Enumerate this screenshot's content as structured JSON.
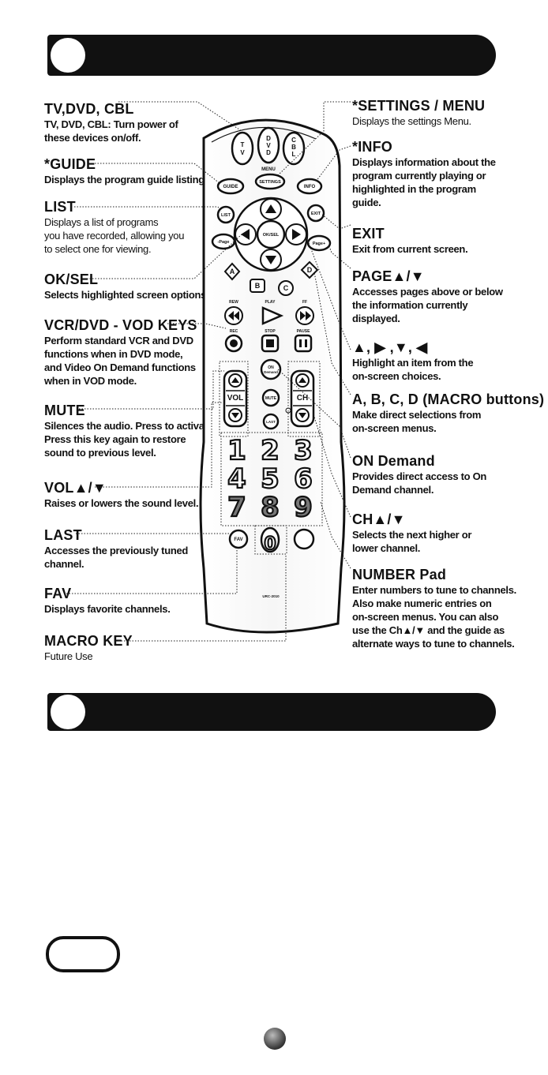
{
  "left": [
    {
      "title": "TV,DVD, CBL",
      "desc": "TV, DVD, CBL: Turn power of\nthese devices on/off.",
      "light": false
    },
    {
      "title": "*GUIDE",
      "desc": "Displays the program guide listings.",
      "light": false
    },
    {
      "title": "LIST",
      "desc": "Displays a list of programs\nyou have recorded, allowing you\nto select one for viewing.",
      "light": true
    },
    {
      "title": "OK/SEL",
      "desc": "Selects highlighted screen options.",
      "light": false
    },
    {
      "title": "VCR/DVD - VOD KEYS",
      "desc": "Perform standard VCR and DVD\nfunctions when in DVD mode,\nand Video On Demand functions\nwhen in VOD mode.",
      "light": false
    },
    {
      "title": "MUTE",
      "desc": "Silences the audio. Press to activate.\nPress this key again to restore\nsound to previous level.",
      "light": false
    },
    {
      "title": "VOL▲/▼",
      "desc": "Raises or lowers the sound level.",
      "light": false
    },
    {
      "title": "LAST",
      "desc": "Accesses the previously tuned\nchannel.",
      "light": false
    },
    {
      "title": "FAV",
      "desc": "Displays favorite channels.",
      "light": false
    },
    {
      "title": "MACRO KEY",
      "desc": "Future Use",
      "light": true
    }
  ],
  "right": [
    {
      "title": "*SETTINGS / MENU",
      "desc": "Displays the settings Menu.",
      "light": true
    },
    {
      "title": "*INFO",
      "desc": "Displays information about the\nprogram currently playing or\nhighlighted in the program\nguide.",
      "light": false
    },
    {
      "title": "EXIT",
      "desc": "Exit from current screen.",
      "light": false
    },
    {
      "title": "PAGE▲/▼",
      "desc": "Accesses pages above or below\nthe information currently\ndisplayed.",
      "light": false
    },
    {
      "title": "▲, ▶ ,▼, ◀",
      "desc": "Highlight an item from the\non-screen choices.",
      "light": false
    },
    {
      "title": "A, B, C, D (MACRO buttons)",
      "desc": "Make direct selections from\non-screen menus.",
      "light": false
    },
    {
      "title": "ON Demand",
      "desc": "Provides direct access to On\nDemand channel.",
      "light": false
    },
    {
      "title": "CH▲/▼",
      "desc": "Selects the next higher or\nlower channel.",
      "light": false
    },
    {
      "title": "NUMBER Pad",
      "desc": "Enter numbers to tune to channels.\nAlso make numeric entries on\non-screen menus. You can also\nuse the Ch▲/▼ and the guide as\nalternate ways to tune to channels.",
      "light": false
    }
  ],
  "remote": {
    "power": [
      "T\nV",
      "D\nV\nD",
      "C\nB\nL"
    ],
    "menu_label": "MENU",
    "settings": "SETTINGS",
    "guide": "GUIDE",
    "info": "INFO",
    "list": "LIST",
    "exit": "EXIT",
    "oksel": "OK/SEL",
    "page_minus": "-Page",
    "page_plus": "Page+",
    "macro": [
      "A",
      "B",
      "C",
      "D"
    ],
    "transport_top": [
      "REW",
      "PLAY",
      "FF"
    ],
    "transport_bottom": [
      "REC",
      "STOP",
      "PAUSE"
    ],
    "on_demand": "ON\nDemand",
    "mute": "MUTE",
    "last": "LAST",
    "vol": "VOL",
    "ch": "CH",
    "digits": [
      "1",
      "2",
      "3",
      "4",
      "5",
      "6",
      "7",
      "8",
      "9",
      "0"
    ],
    "fav": "FAV",
    "model": "URC-2010"
  }
}
